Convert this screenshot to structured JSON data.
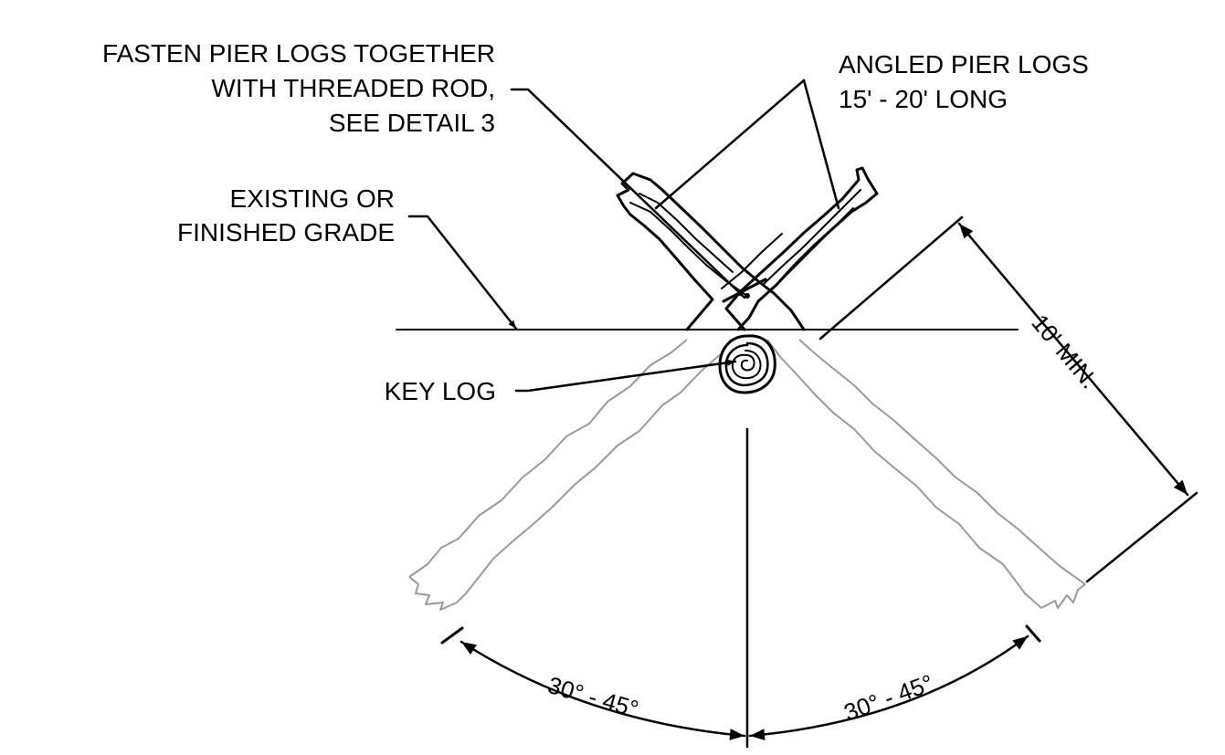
{
  "labels": {
    "fasten_line1": "FASTEN PIER LOGS TOGETHER",
    "fasten_line2": "WITH THREADED ROD,",
    "fasten_line3": "SEE DETAIL 3",
    "angled_line1": "ANGLED PIER LOGS",
    "angled_line2": "15' - 20' LONG",
    "grade_line1": "EXISTING OR",
    "grade_line2": "FINISHED GRADE",
    "key_log": "KEY LOG",
    "length_dim": "10' MIN.",
    "angle_left": "30° - 45°",
    "angle_right": "30° - 45°"
  },
  "colors": {
    "ink": "#000000",
    "buried_log": "#9a9a9a",
    "background": "#ffffff"
  }
}
